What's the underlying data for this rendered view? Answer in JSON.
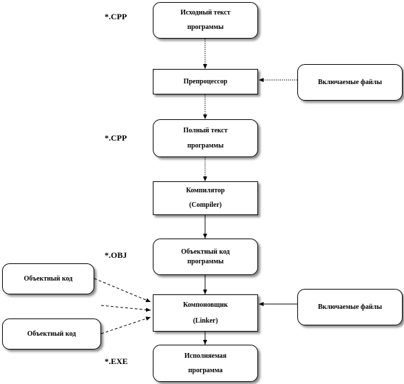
{
  "nodes": {
    "source": [
      "Исходный текст",
      "программы"
    ],
    "preprocessor": [
      "Препроцессор"
    ],
    "full_text": [
      "Полный текст",
      "программы"
    ],
    "compiler": [
      "Компилятор",
      "(Compiler)"
    ],
    "object_code": [
      "Объектный код",
      "программы"
    ],
    "linker": [
      "Компоновщик",
      "(Linker)"
    ],
    "executable": [
      "Исполняемая",
      "программа"
    ],
    "include_files_top": [
      "Включаемые файлы"
    ],
    "include_files_bottom": [
      "Включаемые файлы"
    ],
    "obj_left_top": [
      "Объектный код"
    ],
    "obj_left_bottom": [
      "Объектный код"
    ]
  },
  "extensions": {
    "cpp_1": "*.CPP",
    "cpp_2": "*.CPP",
    "obj": "*.OBJ",
    "exe": "*.EXE"
  }
}
